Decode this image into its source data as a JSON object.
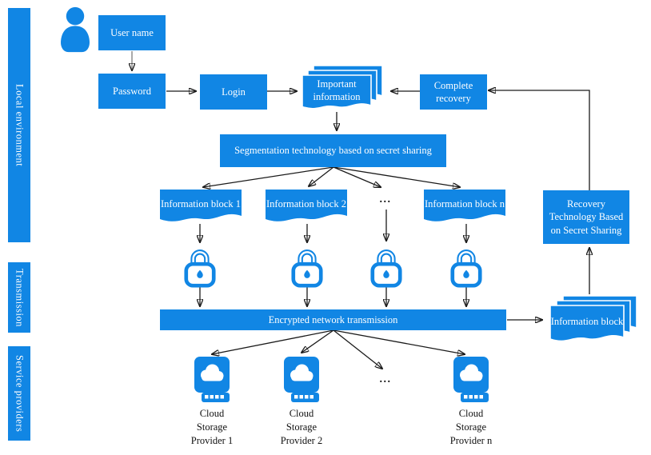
{
  "diagram": {
    "colors": {
      "accent": "#1186E4",
      "arrow": "#1a1a1a",
      "lane_text": "#ffffff"
    },
    "lanes": [
      {
        "label": "Local environment"
      },
      {
        "label": "Transmission"
      },
      {
        "label": "Service providers"
      }
    ],
    "nodes": {
      "user_name": "User name",
      "password": "Password",
      "login": "Login",
      "important_information": "Important information",
      "complete_recovery": "Complete recovery",
      "segmentation": "Segmentation technology based on secret sharing",
      "info_block_1": "Information block 1",
      "info_block_2": "Information block 2",
      "info_block_n": "Information block n",
      "encrypted_transmission": "Encrypted network transmission",
      "recovery_technology": "Recovery Technology Based on Secret Sharing",
      "received_info_block": "Information block",
      "provider_1": "Cloud Storage Provider 1",
      "provider_2": "Cloud Storage Provider 2",
      "provider_n": "Cloud Storage Provider n",
      "ellipsis": "..."
    },
    "icons": {
      "user": "user-icon",
      "lock": "lock-icon",
      "cloud_storage": "cloud-storage-icon",
      "document_stack": "document-stack-icon"
    }
  }
}
